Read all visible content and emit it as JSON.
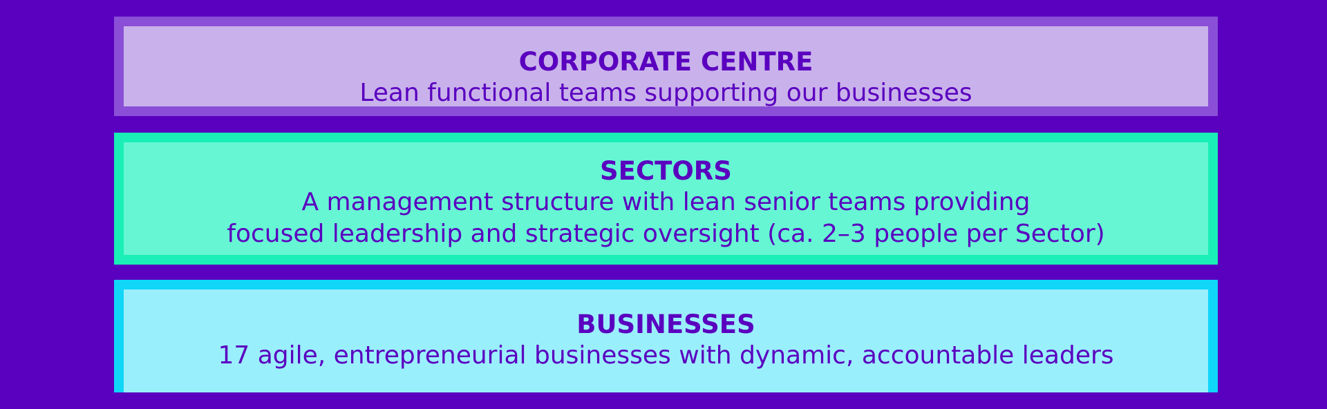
{
  "diagram": {
    "tiers": [
      {
        "title": "CORPORATE CENTRE",
        "description_lines": [
          "Lean functional teams supporting our businesses"
        ],
        "fill_color": "#c9b2eb",
        "border_color": "#8a4fd6"
      },
      {
        "title": "SECTORS",
        "description_lines": [
          "A management structure with lean senior teams providing",
          "focused leadership and strategic oversight (ca. 2–3 people per Sector)"
        ],
        "fill_color": "#66f6d3",
        "border_color": "#19efb6"
      },
      {
        "title": "BUSINESSES",
        "description_lines": [
          "17 agile, entrepreneurial businesses with dynamic, accountable leaders"
        ],
        "fill_color": "#9aeffc",
        "border_color": "#10d6f8"
      }
    ],
    "background_color": "#5a00bf",
    "text_color": "#5a00bf"
  }
}
